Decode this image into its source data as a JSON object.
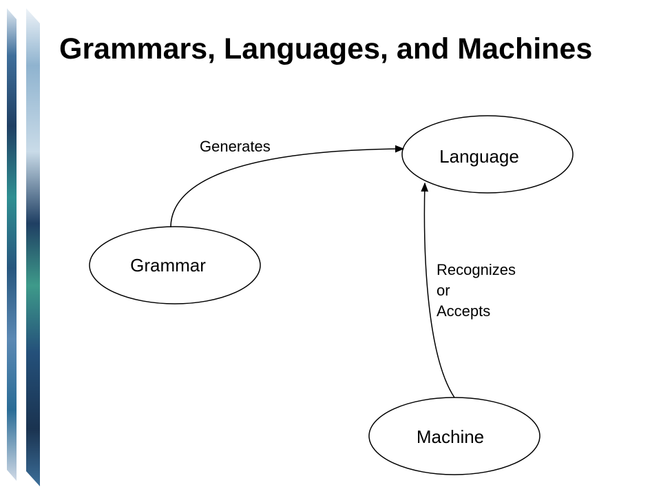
{
  "slide": {
    "title": "Grammars, Languages, and Machines"
  },
  "diagram": {
    "nodes": {
      "language": "Language",
      "grammar": "Grammar",
      "machine": "Machine"
    },
    "edges": {
      "generates": "Generates",
      "recognizes_lines": [
        "Recognizes",
        "or",
        "Accepts"
      ]
    }
  },
  "colors": {
    "text": "#000000",
    "background": "#ffffff",
    "stripe_dark": "#1f3f63",
    "stripe_teal": "#2f8f92",
    "stripe_light": "#c9dbe8"
  }
}
